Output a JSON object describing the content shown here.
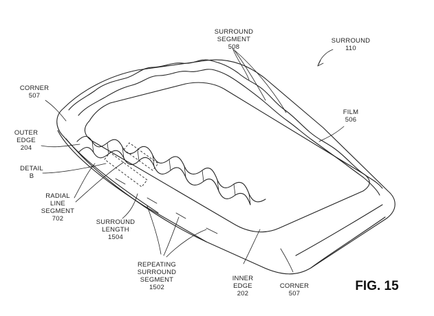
{
  "figure": {
    "title": "FIG. 15",
    "labels": {
      "surround_110": [
        "SURROUND",
        "110"
      ],
      "surround_segment_508": [
        "SURROUND",
        "SEGMENT",
        "508"
      ],
      "film_506": [
        "FILM",
        "506"
      ],
      "corner_507_top": [
        "CORNER",
        "507"
      ],
      "outer_edge_204": [
        "OUTER",
        "EDGE",
        "204"
      ],
      "detail_b": [
        "DETAIL",
        "B"
      ],
      "radial_line_segment_702": [
        "RADIAL",
        "LINE",
        "SEGMENT",
        "702"
      ],
      "surround_length_1504": [
        "SURROUND",
        "LENGTH",
        "1504"
      ],
      "repeating_surround_segment_1502": [
        "REPEATING",
        "SURROUND",
        "SEGMENT",
        "1502"
      ],
      "inner_edge_202": [
        "INNER",
        "EDGE",
        "202"
      ],
      "corner_507_bottom": [
        "CORNER",
        "507"
      ]
    }
  }
}
